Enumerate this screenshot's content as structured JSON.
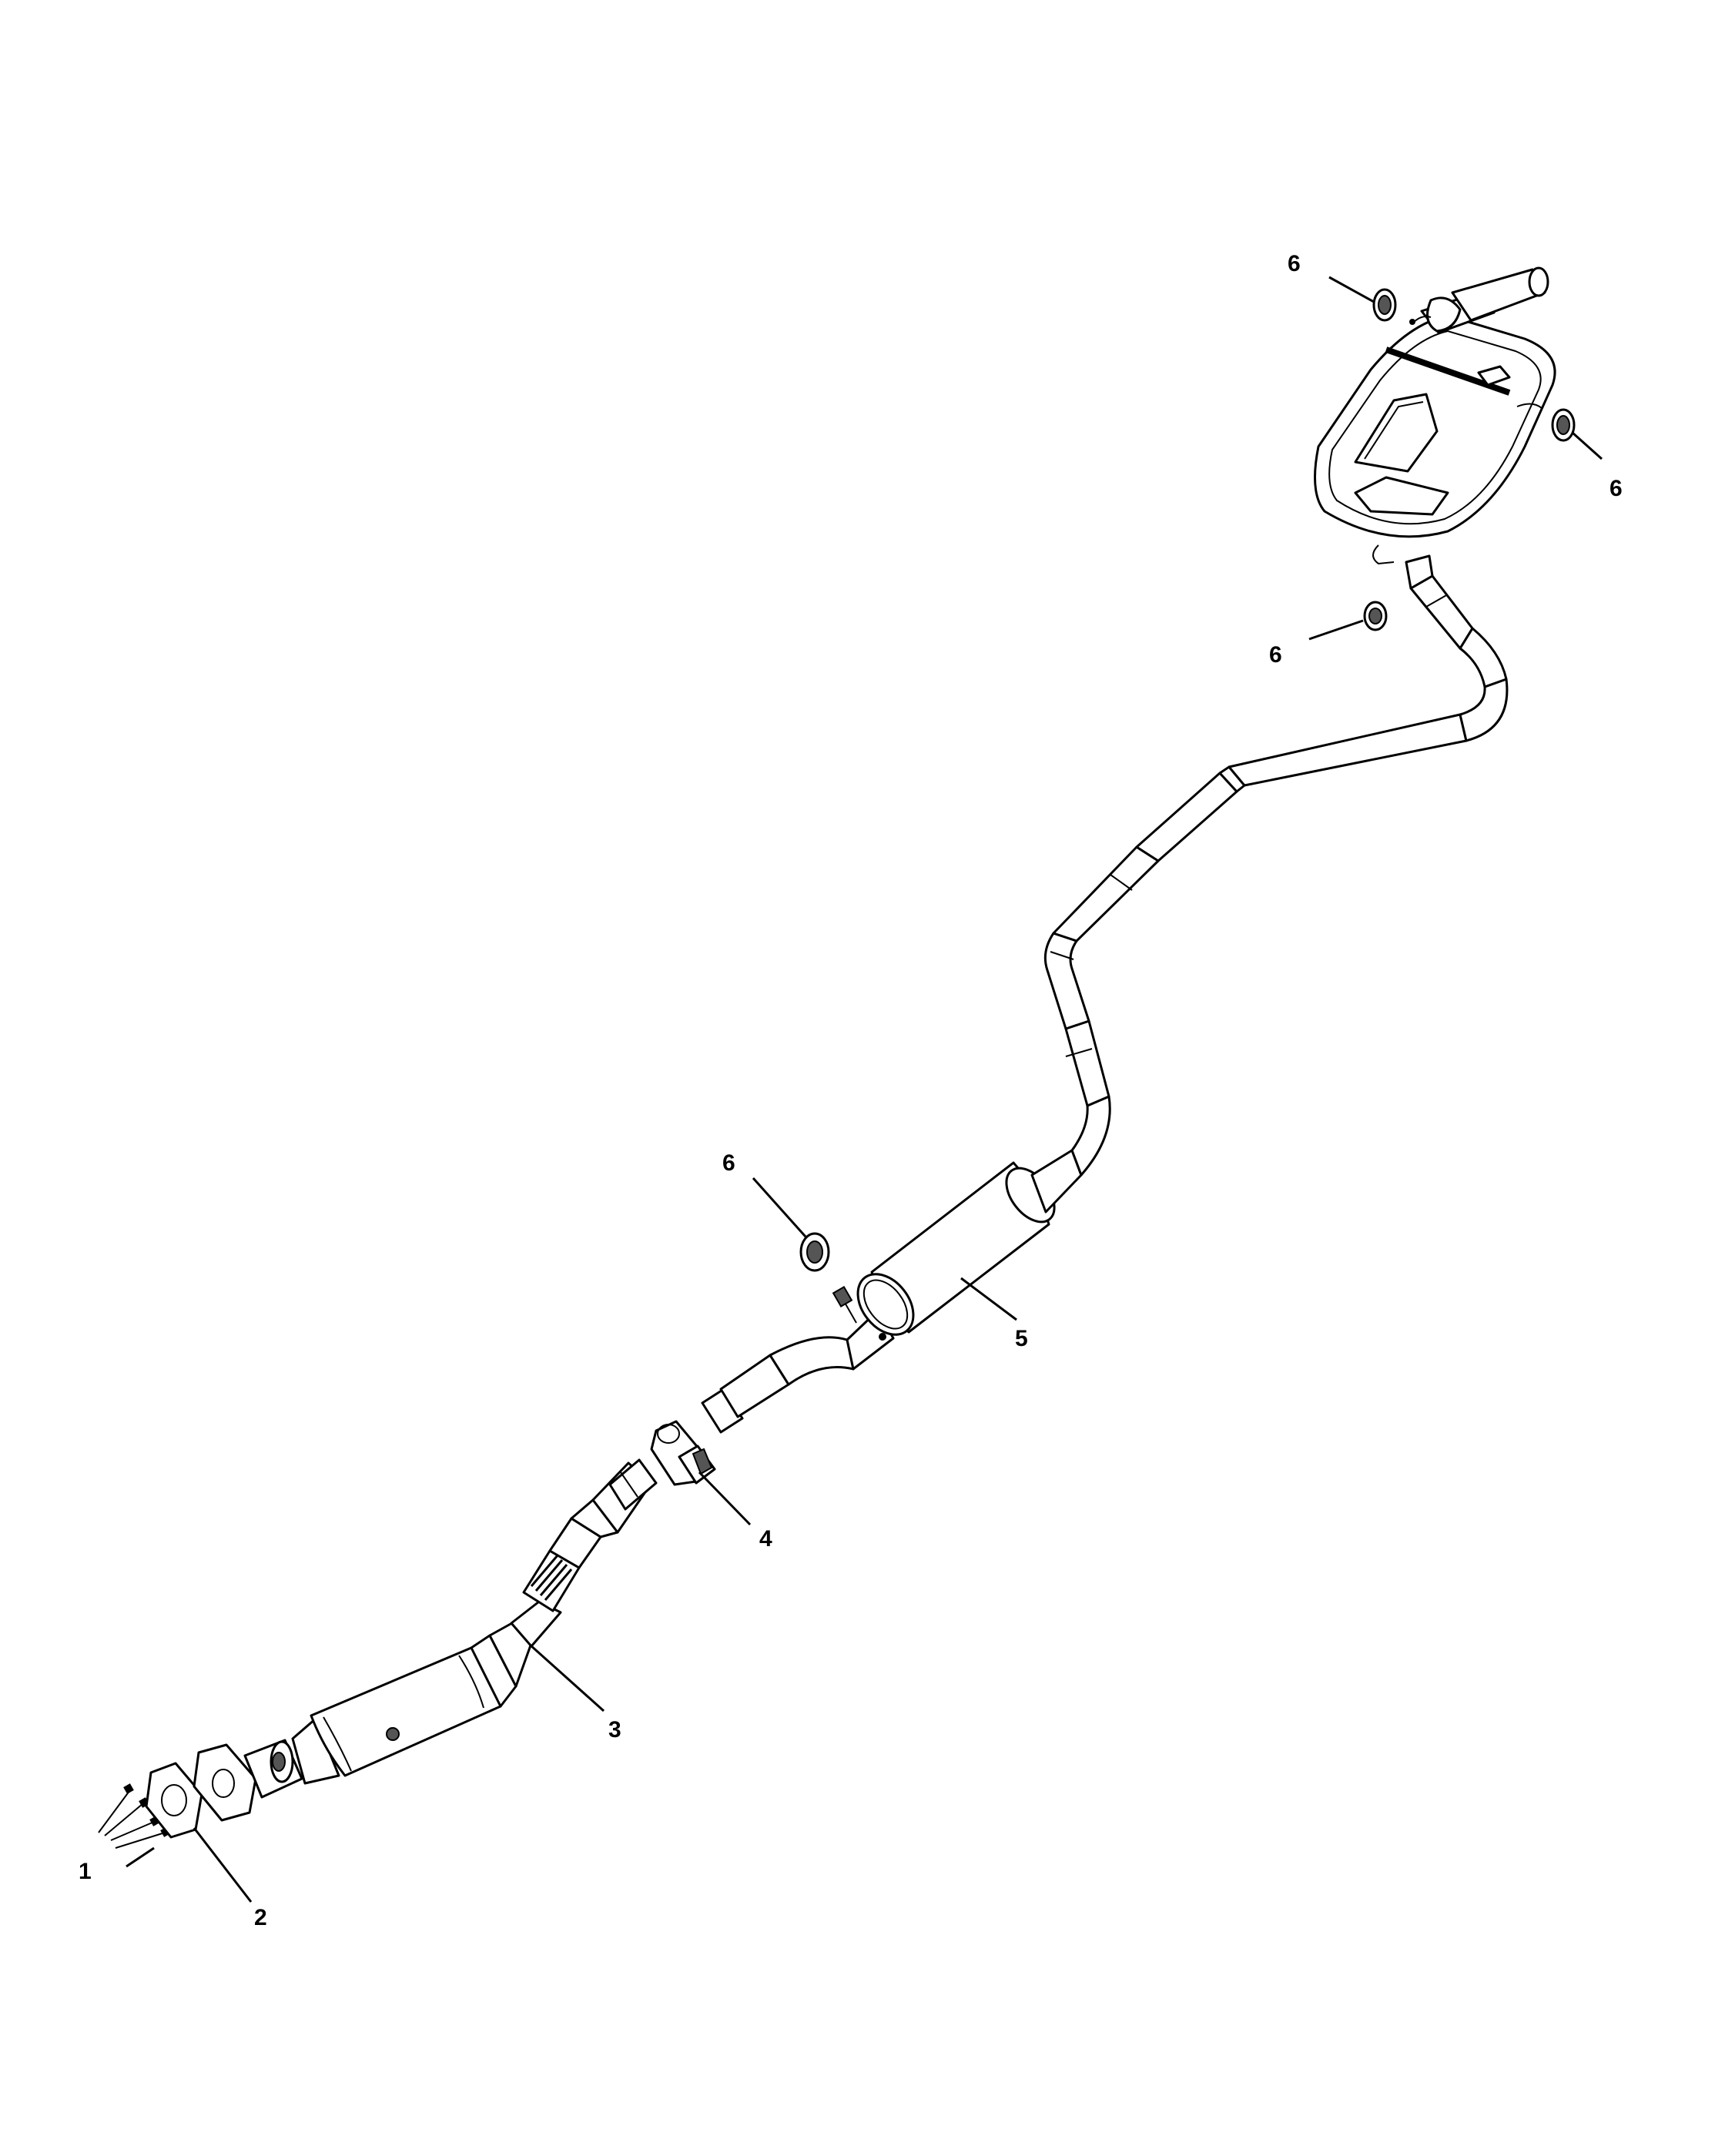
{
  "diagram": {
    "callouts": [
      {
        "id": "c1",
        "label": "1"
      },
      {
        "id": "c2",
        "label": "2"
      },
      {
        "id": "c3",
        "label": "3"
      },
      {
        "id": "c4",
        "label": "4"
      },
      {
        "id": "c5",
        "label": "5"
      },
      {
        "id": "c6a",
        "label": "6"
      },
      {
        "id": "c6b",
        "label": "6"
      },
      {
        "id": "c6c",
        "label": "6"
      },
      {
        "id": "c6d",
        "label": "6"
      }
    ]
  }
}
